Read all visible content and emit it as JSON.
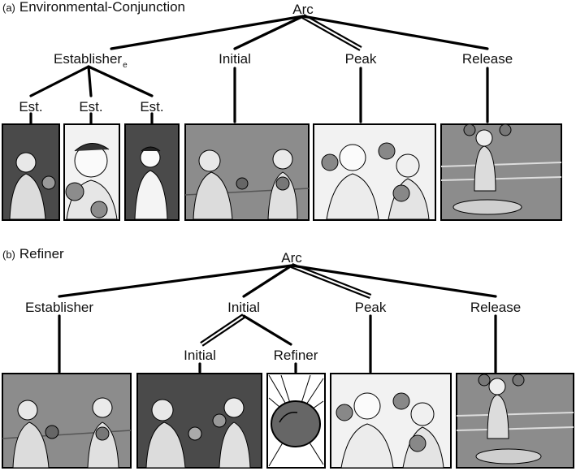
{
  "panel_a": {
    "letter": "(a)",
    "title": "Environmental-Conjunction",
    "root": "Arc",
    "nodes": {
      "establisher": "Establisher",
      "establisher_sub": "e",
      "est": "Est.",
      "initial": "Initial",
      "peak": "Peak",
      "release": "Release"
    }
  },
  "panel_b": {
    "letter": "(b)",
    "title": "Refiner",
    "root": "Arc",
    "nodes": {
      "establisher": "Establisher",
      "initial": "Initial",
      "initial_child": "Initial",
      "refiner": "Refiner",
      "peak": "Peak",
      "release": "Release"
    }
  },
  "colors": {
    "dark_panel": "#4a4a4a",
    "mid_panel": "#8c8c8c",
    "light_panel": "#f2f2f2",
    "line": "#000000"
  }
}
